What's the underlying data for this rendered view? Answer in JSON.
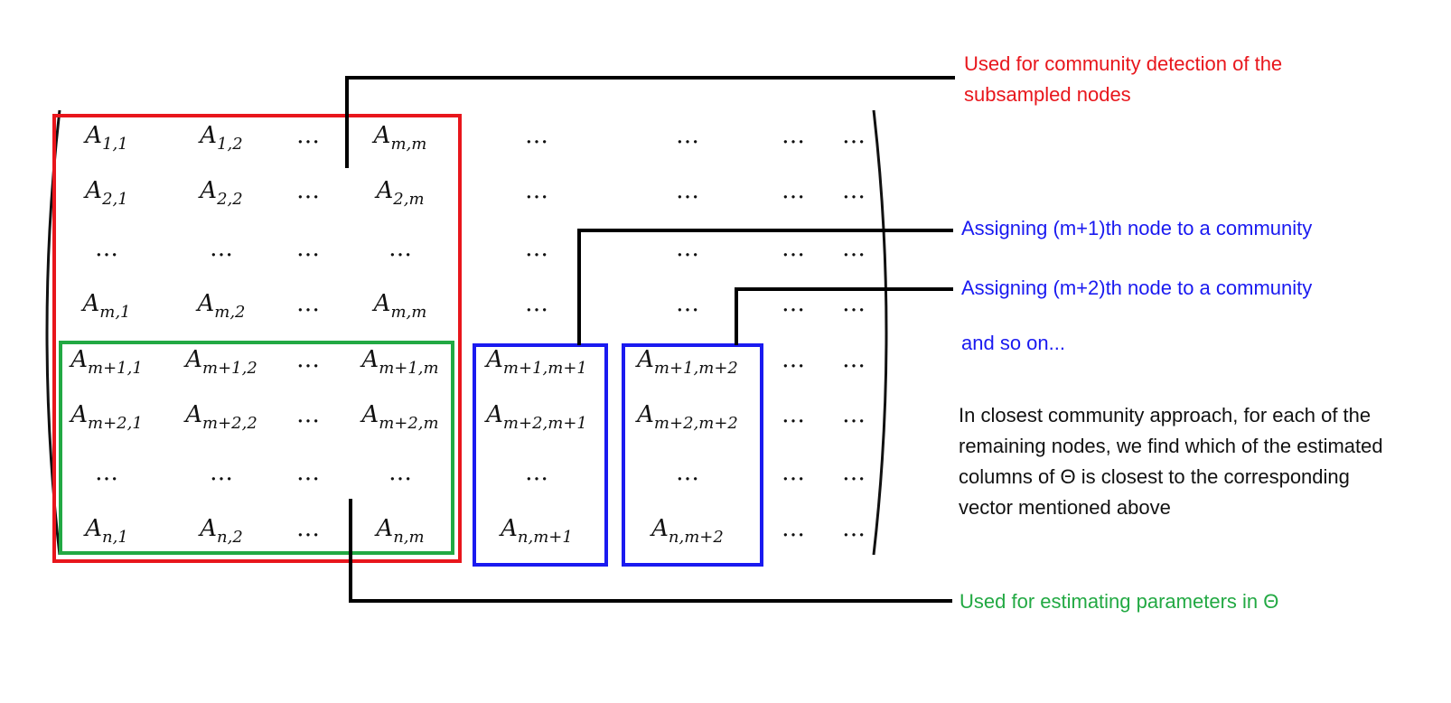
{
  "matrix": {
    "rows": [
      [
        "A_{1,1}",
        "A_{1,2}",
        "…",
        "A_{m,m}",
        "…",
        "…",
        "…",
        "…"
      ],
      [
        "A_{2,1}",
        "A_{2,2}",
        "…",
        "A_{2,m}",
        "…",
        "…",
        "…",
        "…"
      ],
      [
        "…",
        "…",
        "…",
        "…",
        "…",
        "…",
        "…",
        "…"
      ],
      [
        "A_{m,1}",
        "A_{m,2}",
        "…",
        "A_{m,m}",
        "…",
        "…",
        "…",
        "…"
      ],
      [
        "A_{m+1,1}",
        "A_{m+1,2}",
        "…",
        "A_{m+1,m}",
        "A_{m+1,m+1}",
        "A_{m+1,m+2}",
        "…",
        "…"
      ],
      [
        "A_{m+2,1}",
        "A_{m+2,2}",
        "…",
        "A_{m+2,m}",
        "A_{m+2,m+1}",
        "A_{m+2,m+2}",
        "…",
        "…"
      ],
      [
        "…",
        "…",
        "…",
        "…",
        "…",
        "…",
        "…",
        "…"
      ],
      [
        "A_{n,1}",
        "A_{n,2}",
        "…",
        "A_{n,m}",
        "A_{n,m+1}",
        "A_{n,m+2}",
        "…",
        "…"
      ]
    ]
  },
  "annotations": {
    "red": "Used for community detection of the subsampled nodes",
    "blue1": "Assigning (m+1)th node to a community",
    "blue2": "Assigning (m+2)th node to a community",
    "blue3": "and so on...",
    "black": "In closest community approach, for each of the remaining nodes, we find which of the estimated columns of Θ is closest to the corresponding vector mentioned above",
    "green": "Used for estimating parameters in Θ"
  },
  "colors": {
    "red": "#e8161c",
    "green": "#22a943",
    "blue": "#1a1af0",
    "connector": "#000000"
  }
}
